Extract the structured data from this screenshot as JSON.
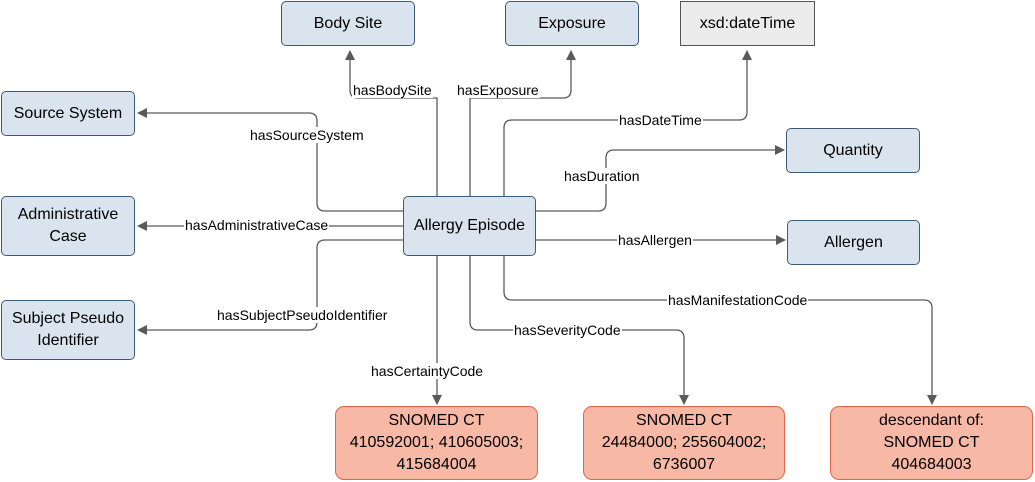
{
  "nodes": {
    "body_site": "Body Site",
    "exposure": "Exposure",
    "xsd_datetime": "xsd:dateTime",
    "source_system": "Source System",
    "administrative_case": "Administrative\nCase",
    "subject_pseudo_identifier": "Subject Pseudo\nIdentifier",
    "allergy_episode": "Allergy Episode",
    "quantity": "Quantity",
    "allergen": "Allergen",
    "certainty_codes": "SNOMED CT\n410592001; 410605003;\n415684004",
    "severity_codes": "SNOMED CT\n24484000; 255604002;\n6736007",
    "manifestation_codes": "descendant of:\nSNOMED CT\n404684003"
  },
  "edges": {
    "has_body_site": "hasBodySite",
    "has_exposure": "hasExposure",
    "has_date_time": "hasDateTime",
    "has_source_system": "hasSourceSystem",
    "has_duration": "hasDuration",
    "has_administrative_case": "hasAdministrativeCase",
    "has_allergen": "hasAllergen",
    "has_subject_pseudo_identifier": "hasSubjectPseudoIdentifier",
    "has_manifestation_code": "hasManifestationCode",
    "has_severity_code": "hasSeverityCode",
    "has_certainty_code": "hasCertaintyCode"
  },
  "colors": {
    "class_fill": "#dae4ee",
    "class_border": "#3f5a79",
    "literal_fill": "#ececec",
    "code_fill": "#f7b9a5",
    "code_border": "#e2644a",
    "edge": "#5a5a5a"
  }
}
